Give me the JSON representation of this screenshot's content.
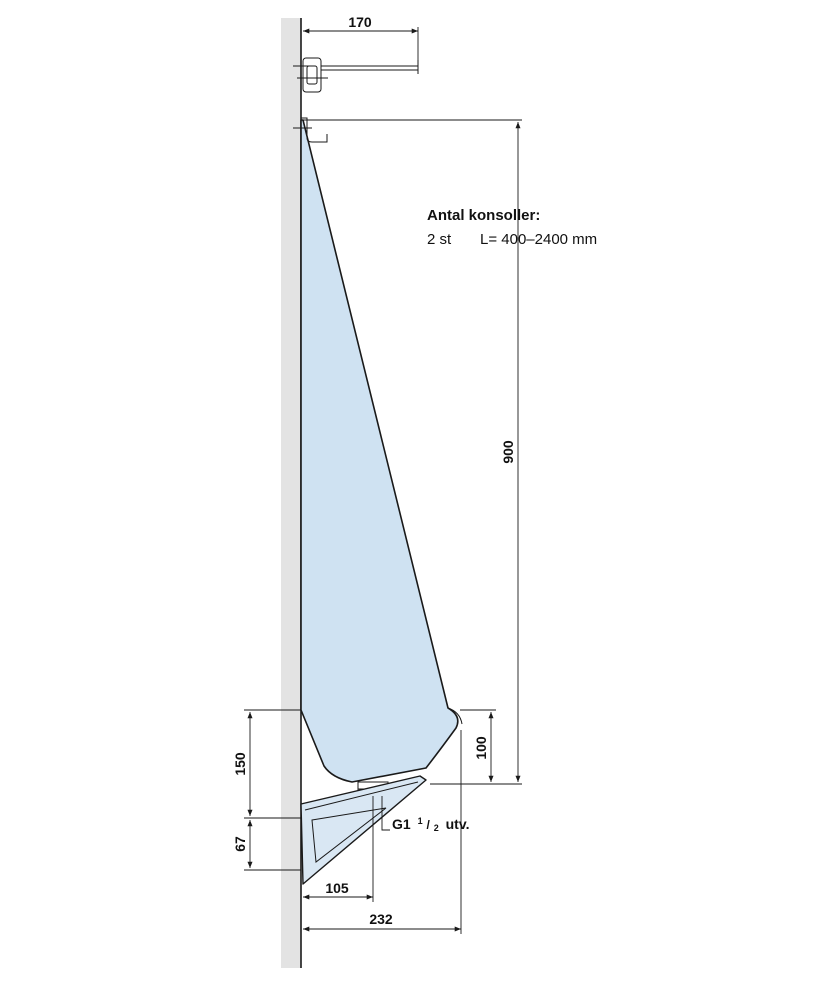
{
  "colors": {
    "wall": "#e3e3e3",
    "tank_fill": "#cfe2f2",
    "bracket_fill": "#d9e7f3",
    "line": "#1a1a1a"
  },
  "dimensions": {
    "top_width": "170",
    "height": "900",
    "lower_height": "150",
    "outlet_height": "100",
    "bracket_height": "67",
    "bracket_depth": "105",
    "total_depth": "232"
  },
  "outlet_label": {
    "prefix": "G1",
    "fraction_numerator": "1",
    "fraction_denominator": "2",
    "suffix": "utv."
  },
  "notes": {
    "title": "Antal konsoller:",
    "count": "2 st",
    "length": "L= 400–2400 mm"
  }
}
